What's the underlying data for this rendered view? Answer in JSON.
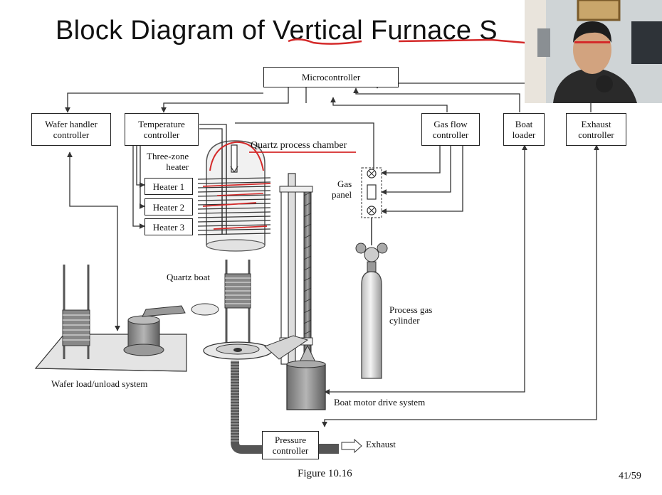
{
  "slide": {
    "title": "Block Diagram of Vertical Furnace S",
    "figure_caption": "Figure 10.16",
    "page_number": "41/59"
  },
  "blocks": {
    "microcontroller": "Microcontroller",
    "wafer_handler": "Wafer handler\ncontroller",
    "temperature": "Temperature\ncontroller",
    "gas_flow": "Gas flow\ncontroller",
    "boat_loader": "Boat\nloader",
    "exhaust_controller": "Exhaust\ncontroller",
    "pressure_controller": "Pressure\ncontroller",
    "heater_1": "Heater 1",
    "heater_2": "Heater 2",
    "heater_3": "Heater 3"
  },
  "labels": {
    "three_zone_heater": "Three-zone\nheater",
    "quartz_chamber": "Quartz process chamber",
    "gas_panel": "Gas\npanel",
    "quartz_boat": "Quartz boat",
    "process_gas_cylinder": "Process gas\ncylinder",
    "wafer_load_system": "Wafer load/unload system",
    "boat_motor": "Boat motor drive system",
    "exhaust": "Exhaust"
  },
  "colors": {
    "annotation": "#d42a2a",
    "line": "#333333"
  }
}
